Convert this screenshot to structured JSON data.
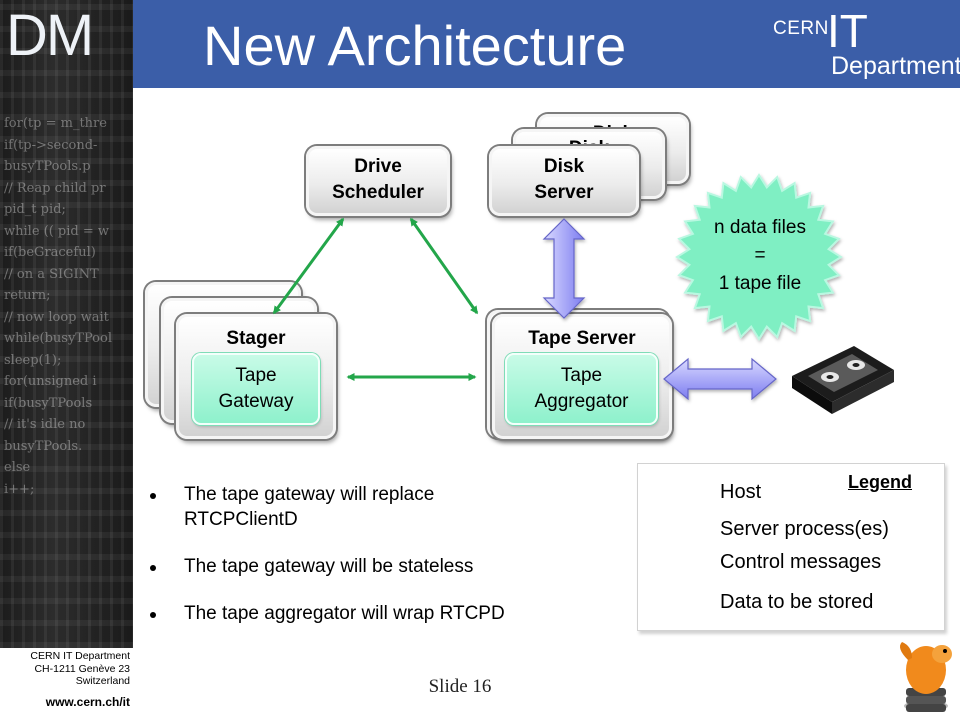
{
  "logo": {
    "text": "DM"
  },
  "header": {
    "title": "New Architecture",
    "org_logo": {
      "cern": "CERN",
      "it": "IT",
      "department": "Department"
    }
  },
  "colors": {
    "header_bg": "#3b5ea8",
    "server_process": "#8ef1cc",
    "control_arrow": "#23a64a",
    "data_arrow": "#8c8cf5"
  },
  "diagram": {
    "drive_scheduler": {
      "line1": "Drive",
      "line2": "Scheduler"
    },
    "disk_server": {
      "line1": "Disk",
      "line2": "Server",
      "back_label": "Disk"
    },
    "stager": {
      "label": "Stager",
      "process": "Tape Gateway"
    },
    "tape_server": {
      "label": "Tape Server",
      "process": "Tape Aggregator"
    },
    "starburst": {
      "line1": "n data files",
      "line2": "=",
      "line3": "1 tape file"
    },
    "tape_icon": "tape-cartridge-icon"
  },
  "bullets": [
    "The tape gateway will replace RTCPClientD",
    "The tape gateway will be stateless",
    "The tape aggregator will wrap RTCPD"
  ],
  "legend": {
    "title": "Legend",
    "host": "Host",
    "server_process": "Server process(es)",
    "control": "Control messages",
    "data": "Data to be stored"
  },
  "footer": {
    "address_lines": [
      "CERN IT Department",
      "CH-1211 Genève 23",
      "Switzerland"
    ],
    "url": "www.cern.ch/it",
    "slide": "Slide 16"
  },
  "background_code": [
    "for(tp = m_thre",
    "if(tp->second-",
    "busyTPools.p",
    "",
    "// Reap child pr",
    "pid_t pid;",
    "while (( pid = w",
    "if(beGraceful)",
    "// on a SIGINT",
    "return;",
    "",
    "// now loop wait",
    "while(busyTPool",
    "sleep(1);",
    "for(unsigned i",
    "if(busyTPools",
    "// it's idle no",
    "busyTPools.",
    "else",
    "i++;"
  ]
}
